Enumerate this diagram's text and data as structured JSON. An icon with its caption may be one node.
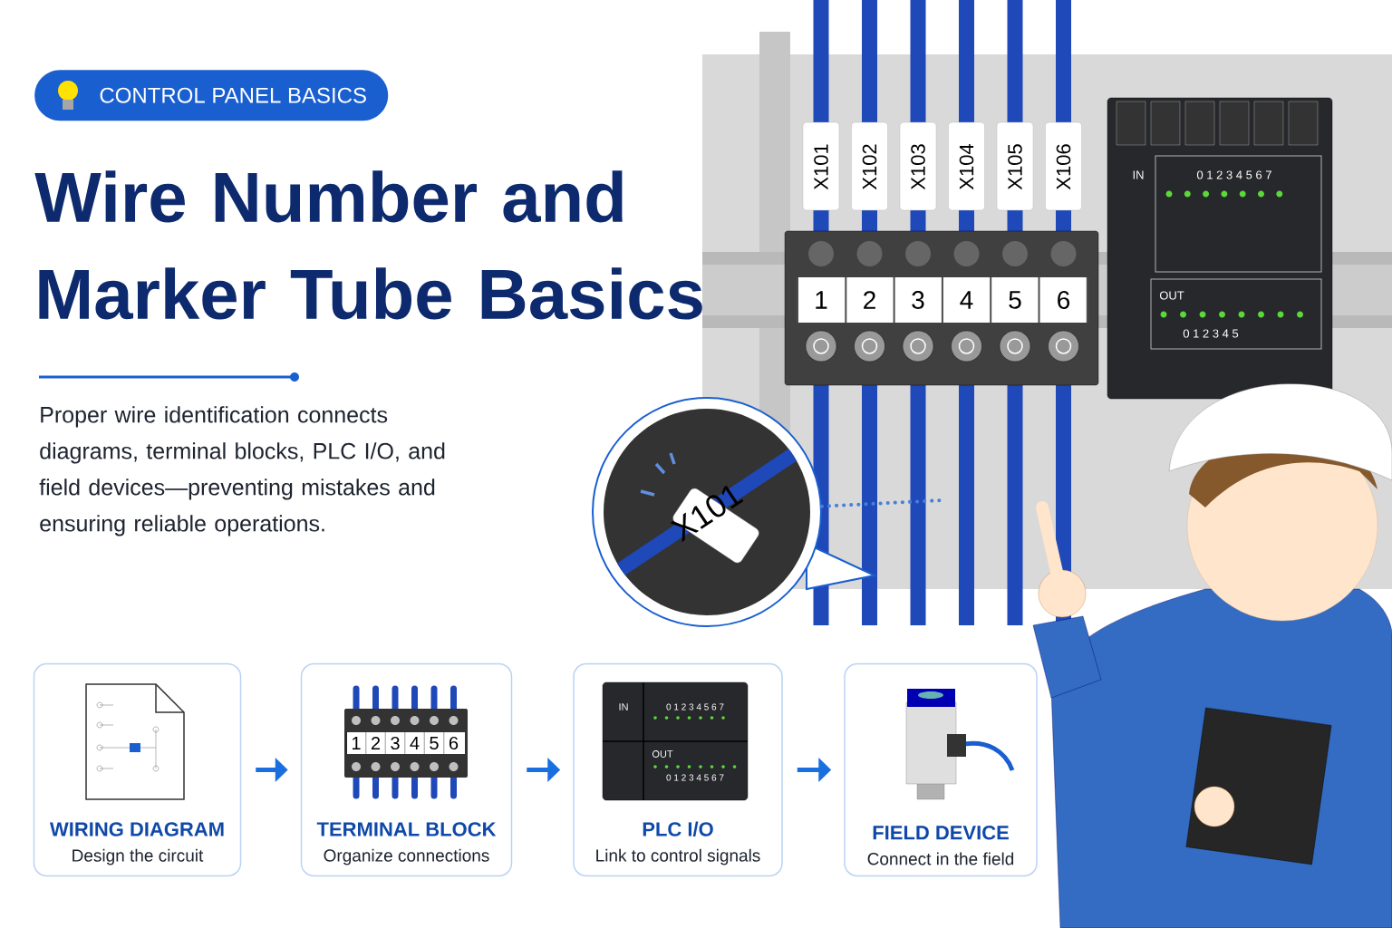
{
  "diagram": {
    "title": "Wire Number and Marker Tube Basics",
    "nodes": [
      {
        "text": [
          "WIRING DIAGRAM",
          "Design the circuit"
        ]
      },
      {
        "text": [
          "TERMINAL BLOCK",
          "Organize connections"
        ]
      },
      {
        "text": [
          "PLC I/O",
          "Link to control signals"
        ]
      },
      {
        "text": [
          "FIELD DEVICE",
          "Connect in the field"
        ]
      },
      {
        "text": [
          "X101"
        ]
      }
    ],
    "edges": [
      {
        "from": 0,
        "to": 1,
        "arrow": "to"
      },
      {
        "from": 1,
        "to": 2,
        "arrow": "to"
      },
      {
        "from": 2,
        "to": 3,
        "arrow": "to"
      },
      {
        "from": 4,
        "to": null,
        "arrow": "none",
        "style": "dashed"
      }
    ],
    "labels": [
      "CONTROL PANEL BASICS",
      "Proper wire identification connects diagrams, terminal blocks, PLC I/O, and field devices—preventing mistakes and ensuring reliable operations.",
      "X101",
      "X102",
      "X103",
      "X104",
      "X105",
      "X106",
      "1",
      "2",
      "3",
      "4",
      "5",
      "6",
      "IN",
      "0 1 2 3 4 5 6 7",
      "OUT",
      "0 1 2 3 4 5",
      "1",
      "2",
      "3",
      "4",
      "5",
      "6",
      "IN",
      "0 1 2 3 4 5 6 7",
      "OUT",
      "0 1 2 3 4 5 6 7"
    ]
  }
}
